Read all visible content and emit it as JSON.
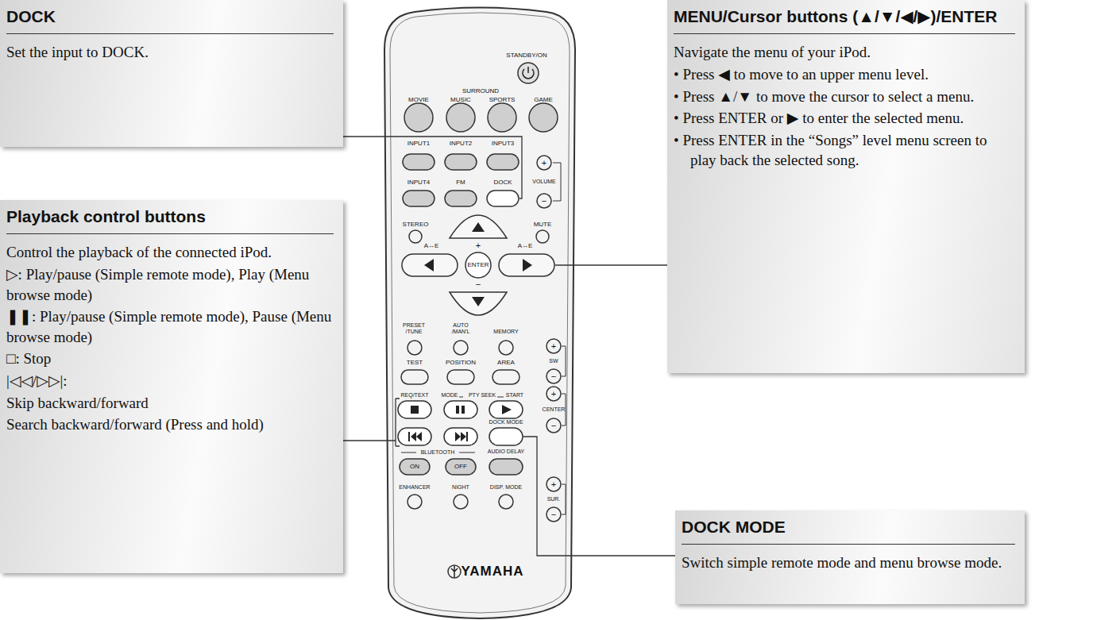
{
  "diagram": {
    "nodes": [
      {
        "text": [
          "DOCK",
          "Set the input to DOCK."
        ]
      },
      {
        "text": [
          "Playback control buttons",
          "Control the playback of the connected iPod.",
          "▷: Play/pause (Simple remote mode), Play (Menu browse mode)",
          "❚❚: Play/pause (Simple remote mode), Pause (Menu browse mode)",
          "□: Stop",
          "|◁◁/▷▷|:",
          "Skip backward/forward",
          "Search backward/forward (Press and hold)"
        ]
      },
      {
        "text": [
          "MENU/Cursor buttons (▲/▼/◀/▶)/ENTER",
          "Navigate the menu of your iPod.",
          "• Press ◀ to move to an upper menu level.",
          "• Press ▲/▼ to move the cursor to select a menu.",
          "• Press ENTER or ▶ to enter the selected menu.",
          "• Press ENTER in the “Songs” level menu screen to play back the selected song."
        ]
      },
      {
        "text": [
          "DOCK MODE",
          "Switch simple remote mode and menu browse mode."
        ]
      }
    ],
    "labels": [
      "STANDBY/ON",
      "SURROUND",
      "MOVIE",
      "MUSIC",
      "SPORTS",
      "GAME",
      "INPUT1",
      "INPUT2",
      "INPUT3",
      "+",
      "INPUT4",
      "FM",
      "DOCK",
      "VOLUME",
      "−",
      "STEREO",
      "MUTE",
      "A↔E",
      "+",
      "A↔E",
      "ENTER",
      "−",
      "PRESET /TUNE",
      "AUTO /MAN'L",
      "MEMORY",
      "+",
      "TEST",
      "POSITION",
      "AREA",
      "SW",
      "−",
      "+",
      "REQ/TEXT",
      "MODE",
      "PTY SEEK",
      "START",
      "CENTER",
      "−",
      "DOCK MODE",
      "BLUETOOTH",
      "AUDIO DELAY",
      "ON",
      "OFF",
      "+",
      "ENHANCER",
      "NIGHT",
      "DISP. MODE",
      "SUR.",
      "−",
      "YAMAHA"
    ]
  }
}
